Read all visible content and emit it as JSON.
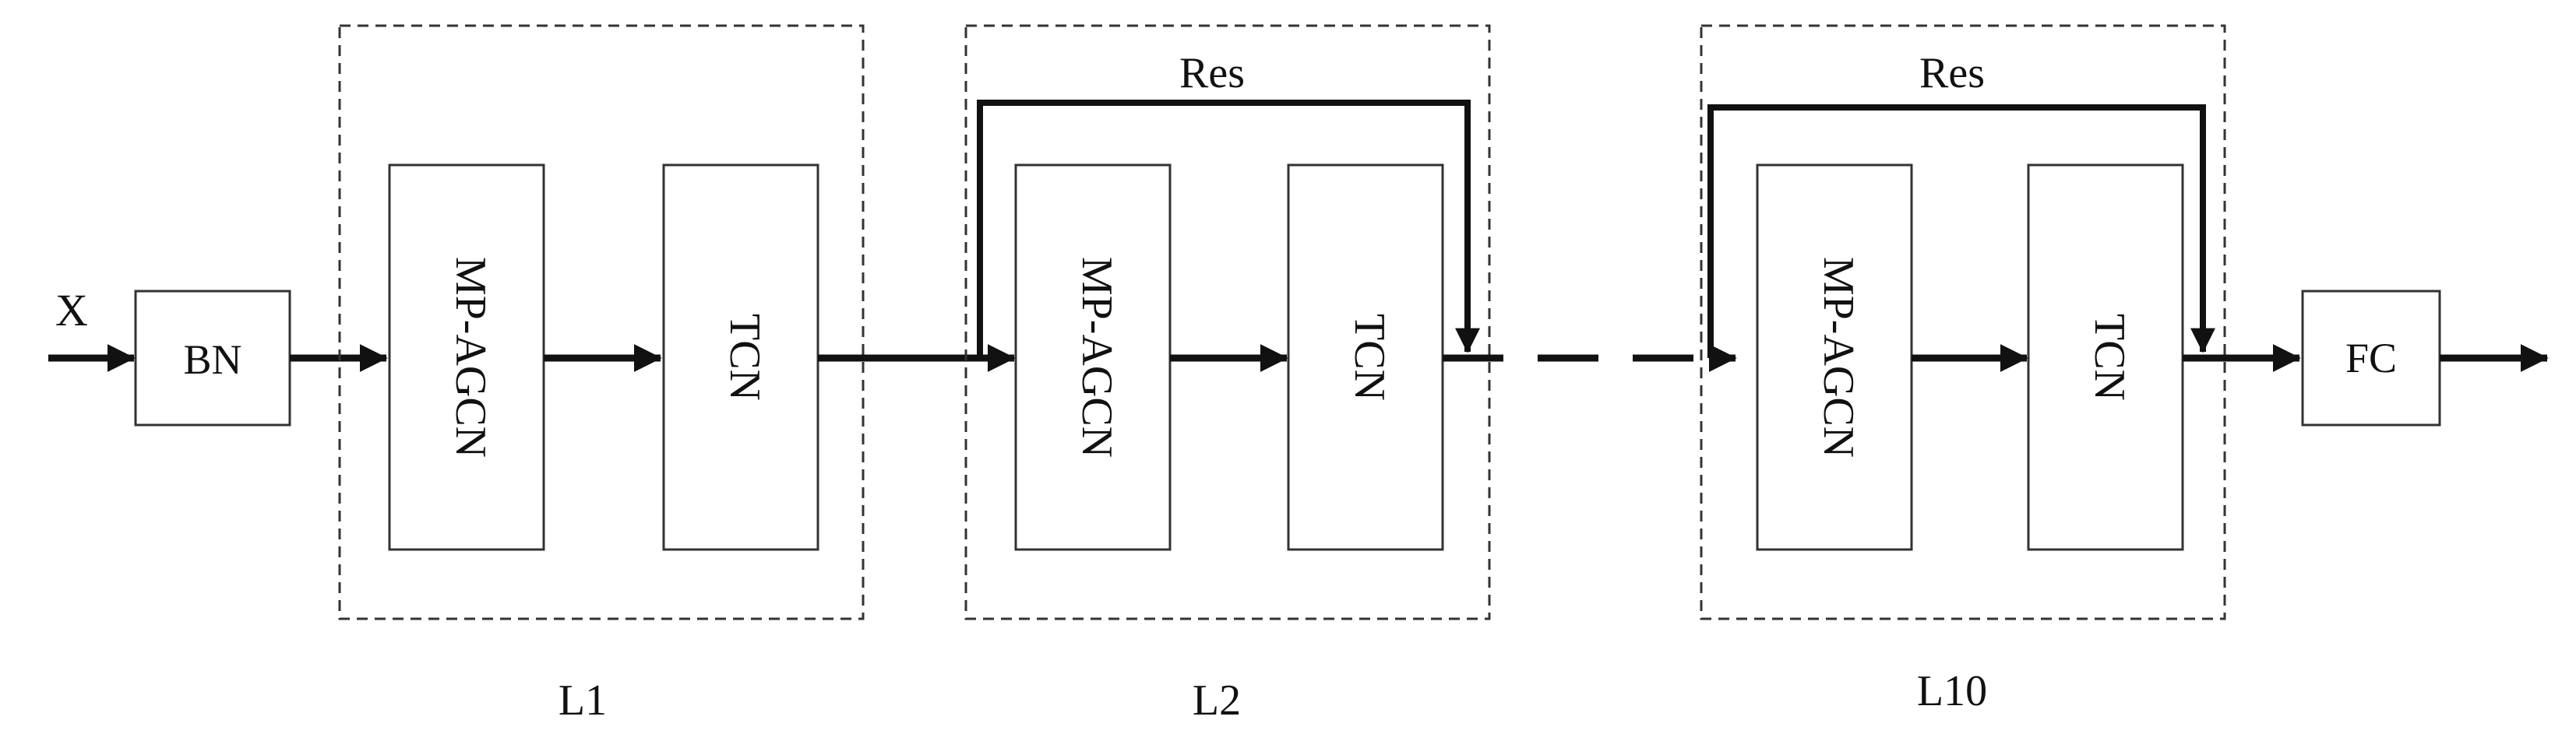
{
  "diagram": {
    "input_label": "X",
    "bn_label": "BN",
    "fc_label": "FC",
    "layers": [
      {
        "name": "L1",
        "has_residual": false,
        "residual_label": "",
        "block1_label": "MP-AGCN",
        "block2_label": "TCN"
      },
      {
        "name": "L2",
        "has_residual": true,
        "residual_label": "Res",
        "block1_label": "MP-AGCN",
        "block2_label": "TCN"
      },
      {
        "name": "L10",
        "has_residual": true,
        "residual_label": "Res",
        "block1_label": "MP-AGCN",
        "block2_label": "TCN"
      }
    ]
  }
}
